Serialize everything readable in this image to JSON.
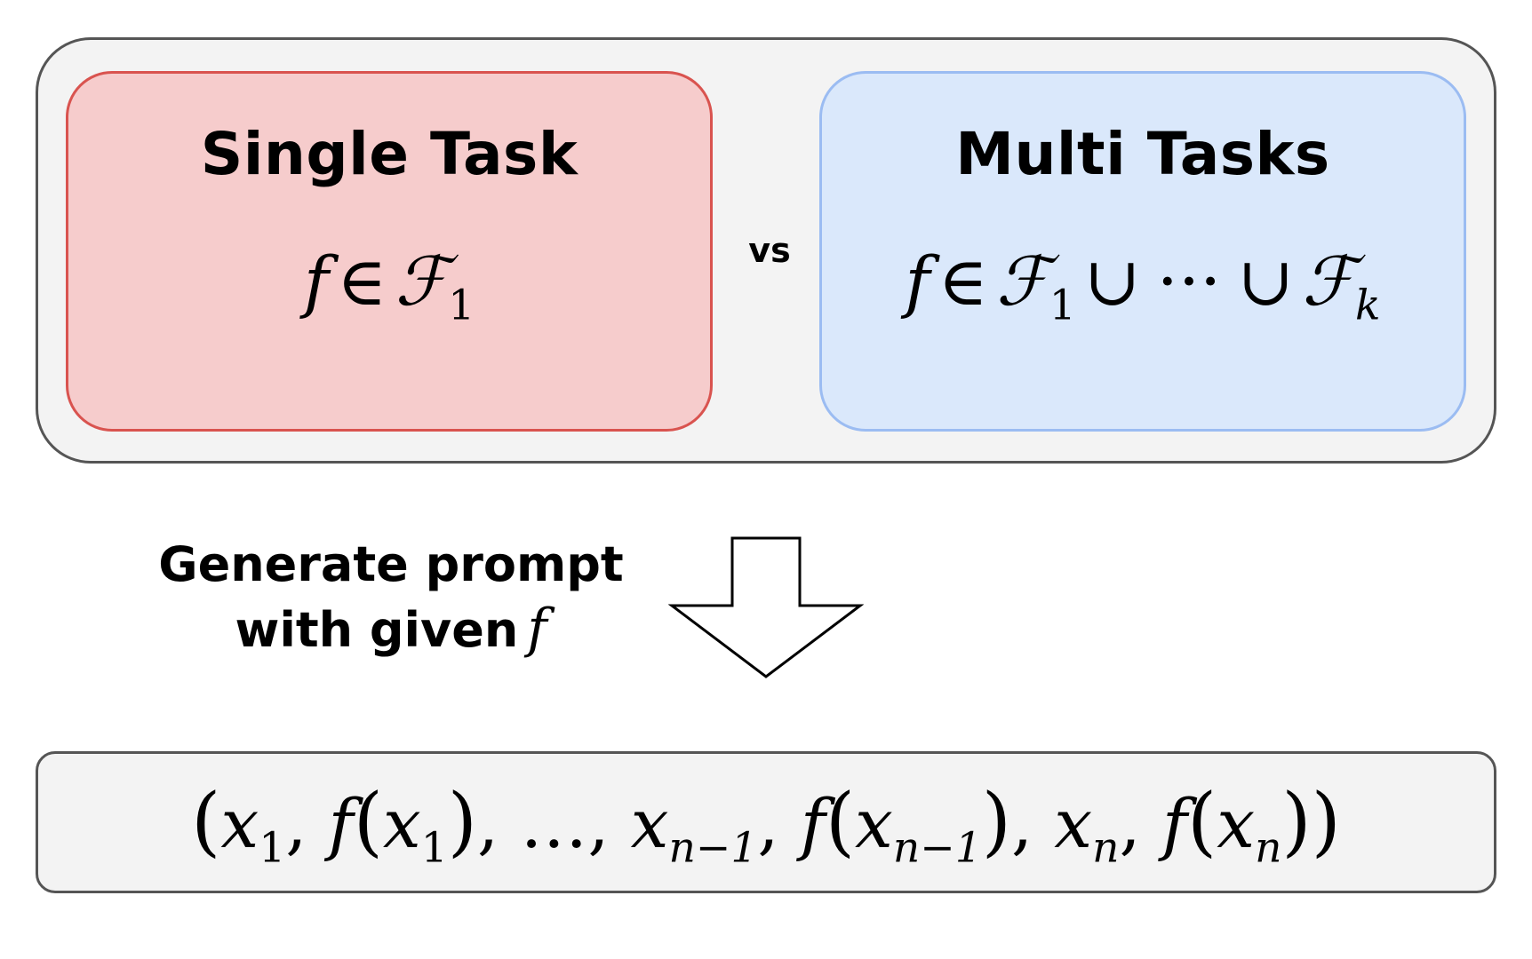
{
  "comparison": {
    "single": {
      "title": "Single Task",
      "formula": {
        "var": "f",
        "member_of": "∈",
        "family": "ℱ",
        "family_sub": "1"
      }
    },
    "vs": "vs",
    "multi": {
      "title": "Multi Tasks",
      "formula": {
        "var": "f",
        "member_of": "∈",
        "family_a": "ℱ",
        "family_a_sub": "1",
        "union_1": "∪",
        "dots": "···",
        "union_2": "∪",
        "family_b": "ℱ",
        "family_b_sub": "k"
      }
    }
  },
  "step": {
    "line1": "Generate prompt",
    "line2": "with given",
    "line2_var": "f"
  },
  "sequence": {
    "open": "(",
    "x1": "x",
    "x1_sub": "1",
    "comma1": ",",
    "f1": "f",
    "f1_open": "(",
    "f1_x": "x",
    "f1_sub": "1",
    "f1_close": ")",
    "comma2": ",",
    "ellipsis": "…",
    "comma3": ",",
    "xn1": "x",
    "xn1_sub": "n−1",
    "comma4": ",",
    "fn1": "f",
    "fn1_open": "(",
    "fn1_x": "x",
    "fn1_sub": "n−1",
    "fn1_close": ")",
    "comma5": ",",
    "xn": "x",
    "xn_sub": "n",
    "comma6": ",",
    "fn": "f",
    "fn_open": "(",
    "fn_x": "x",
    "fn_sub": "n",
    "fn_close": ")",
    "close": ")"
  },
  "colors": {
    "outer_panel_fill": "#f3f3f3",
    "outer_panel_border": "#555555",
    "single_fill": "#f6cccc",
    "single_border": "#d9534f",
    "multi_fill": "#dae8fb",
    "multi_border": "#9bbcf2",
    "arrow_stroke": "#000000"
  },
  "icons": {
    "arrow": "down-arrow-icon"
  }
}
